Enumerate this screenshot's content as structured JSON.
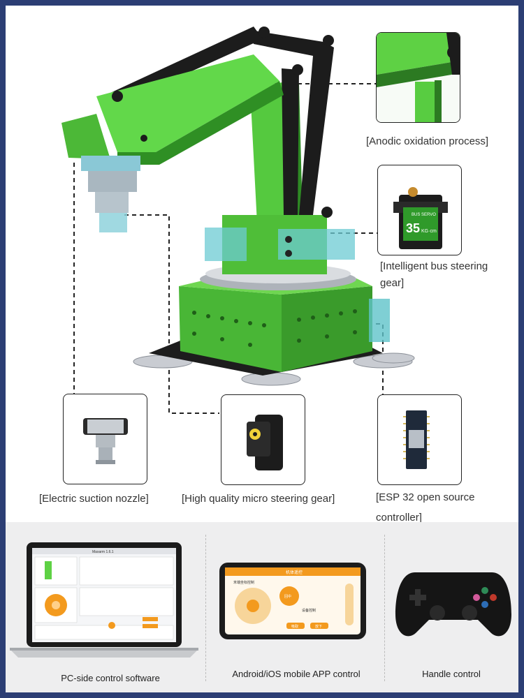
{
  "callouts": {
    "anodic": "[Anodic oxidation process]",
    "bus_gear": "[Intelligent bus steering gear]",
    "suction": "[Electric suction nozzle]",
    "micro_gear": "[High quality micro steering gear]",
    "esp32": "[ESP 32 open source controller]"
  },
  "servo_badge": {
    "brand": "BUS SERVO",
    "model": "35",
    "unit": "KG·cm"
  },
  "pc_app": {
    "title": "Maxarm 1.6.1"
  },
  "phone_app": {
    "title": "机体遥控",
    "section_left": "末端坐标控制",
    "section_right": "设备控制",
    "center_button": "回中",
    "pump_button": "吸取",
    "release_button": "放下"
  },
  "bottom": {
    "pc": "PC-side control software",
    "mobile": "Android/iOS mobile APP control",
    "handle": "Handle control"
  },
  "colors": {
    "frame": "#2c3e74",
    "arm_green": "#5ed144",
    "arm_dark": "#2c7a22",
    "link_black": "#1c1c1c",
    "app_orange": "#f39a1e"
  }
}
